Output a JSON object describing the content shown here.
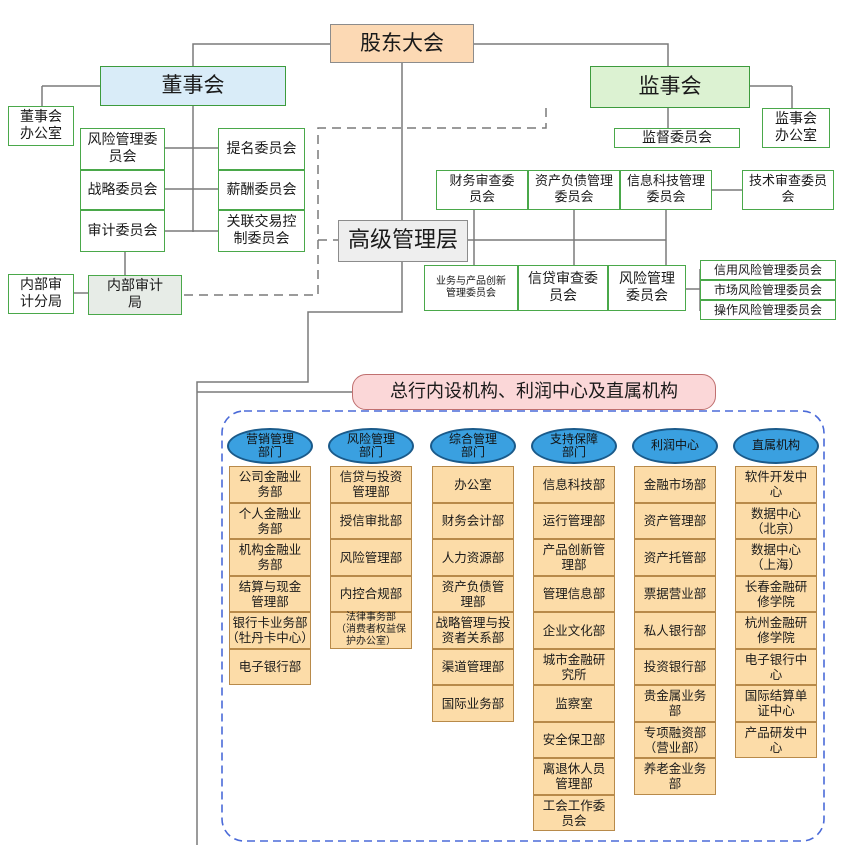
{
  "top": {
    "shareholders": "股东大会",
    "board": "董事会",
    "supervisory": "监事会",
    "senior_mgmt": "高级管理层",
    "board_office": "董事会\n办公室",
    "sup_office": "监事会\n办公室",
    "supervision_committee": "监督委员会",
    "internal_audit_branch": "内部审\n计分局",
    "internal_audit_bureau": "内部审计\n局"
  },
  "board_committees": {
    "left": [
      "风险管理委\n员会",
      "战略委员会",
      "审计委员会"
    ],
    "right": [
      "提名委员会",
      "薪酬委员会",
      "关联交易控\n制委员会"
    ]
  },
  "mgmt_committees": {
    "upper": [
      "财务审查委\n员会",
      "资产负债管理\n委员会",
      "信息科技管理\n委员会",
      "技术审查委员\n会"
    ],
    "lower": [
      "业务与产品创新\n管理委员会",
      "信贷审查委\n员会",
      "风险管理\n委员会"
    ],
    "risk_sub": [
      "信用风险管理委员会",
      "市场风险管理委员会",
      "操作风险管理委员会"
    ]
  },
  "hq_title": "总行内设机构、利润中心及直属机构",
  "columns": [
    {
      "header": "营销管理\n部门",
      "items": [
        "公司金融业\n务部",
        "个人金融业\n务部",
        "机构金融业\n务部",
        "结算与现金\n管理部",
        "银行卡业务部\n（牡丹卡中心）",
        "电子银行部"
      ]
    },
    {
      "header": "风险管理\n部门",
      "items": [
        "信贷与投资\n管理部",
        "授信审批部",
        "风险管理部",
        "内控合规部",
        "法律事务部\n（消费者权益保\n护办公室）"
      ]
    },
    {
      "header": "综合管理\n部门",
      "items": [
        "办公室",
        "财务会计部",
        "人力资源部",
        "资产负债管\n理部",
        "战略管理与投\n资者关系部",
        "渠道管理部",
        "国际业务部"
      ]
    },
    {
      "header": "支持保障\n部门",
      "items": [
        "信息科技部",
        "运行管理部",
        "产品创新管\n理部",
        "管理信息部",
        "企业文化部",
        "城市金融研\n究所",
        "监察室",
        "安全保卫部",
        "离退休人员\n管理部",
        "工会工作委\n员会"
      ]
    },
    {
      "header": "利润中心",
      "items": [
        "金融市场部",
        "资产管理部",
        "资产托管部",
        "票据营业部",
        "私人银行部",
        "投资银行部",
        "贵金属业务\n部",
        "专项融资部\n（营业部）",
        "养老金业务\n部"
      ]
    },
    {
      "header": "直属机构",
      "items": [
        "软件开发中\n心",
        "数据中心\n（北京）",
        "数据中心\n（上海）",
        "长春金融研\n修学院",
        "杭州金融研\n修学院",
        "电子银行中\n心",
        "国际结算单\n证中心",
        "产品研发中\n心"
      ]
    }
  ]
}
